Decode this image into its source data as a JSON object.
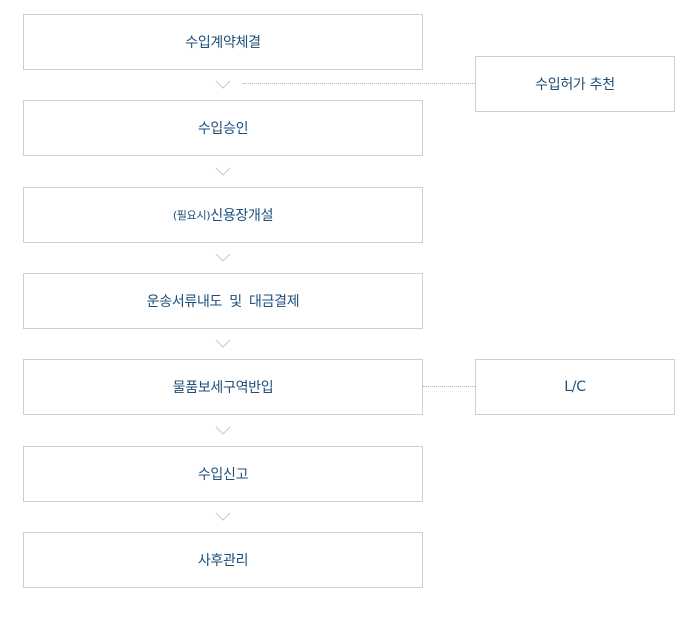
{
  "flow": {
    "steps": [
      {
        "label": "수입계약체결"
      },
      {
        "label": "수입승인"
      },
      {
        "prefix": "(필요시)",
        "label": "신용장개설"
      },
      {
        "label": "운송서류내도 및 대금결제"
      },
      {
        "label": "물품보세구역반입"
      },
      {
        "label": "수입신고"
      },
      {
        "label": "사후관리"
      }
    ],
    "side_boxes": [
      {
        "label": "수입허가 추천"
      },
      {
        "label": "L/C"
      }
    ]
  },
  "icons": {
    "arrow": "chevron-down-icon"
  },
  "colors": {
    "text": "#1d4f7a",
    "border": "#cfcfcf",
    "connector": "#b5b5b5",
    "chevron": "#c8c8c8"
  }
}
